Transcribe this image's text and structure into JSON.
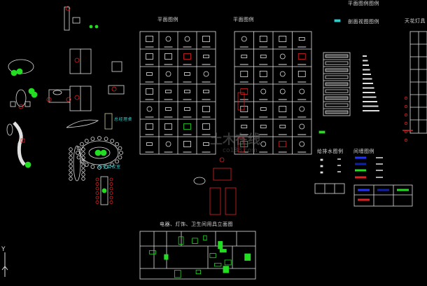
{
  "titles": {
    "plan_legend_1": "平面图例",
    "plan_legend_2": "平面图例",
    "plan_legend_top": "平面图例图例",
    "section_legend": "剖面视图图例",
    "ceiling_lamps": "天花灯具",
    "elevations": "电器、灯饰、卫生间用具立面图",
    "plumbing_legend": "给排水图例",
    "partition_legend": "间墙图例"
  },
  "labels": {
    "manager_desk": "总经理桌",
    "meeting_room": "中型会议室"
  },
  "watermark": {
    "main": "土木在线",
    "sub": "co188.com"
  },
  "ucs": {
    "axis": "Y"
  },
  "colors": {
    "background": "#000000",
    "line": "#e0e0e0",
    "green": "#22dd22",
    "red": "#dd2222",
    "blue": "#2233ff",
    "cyan": "#33cccc"
  }
}
